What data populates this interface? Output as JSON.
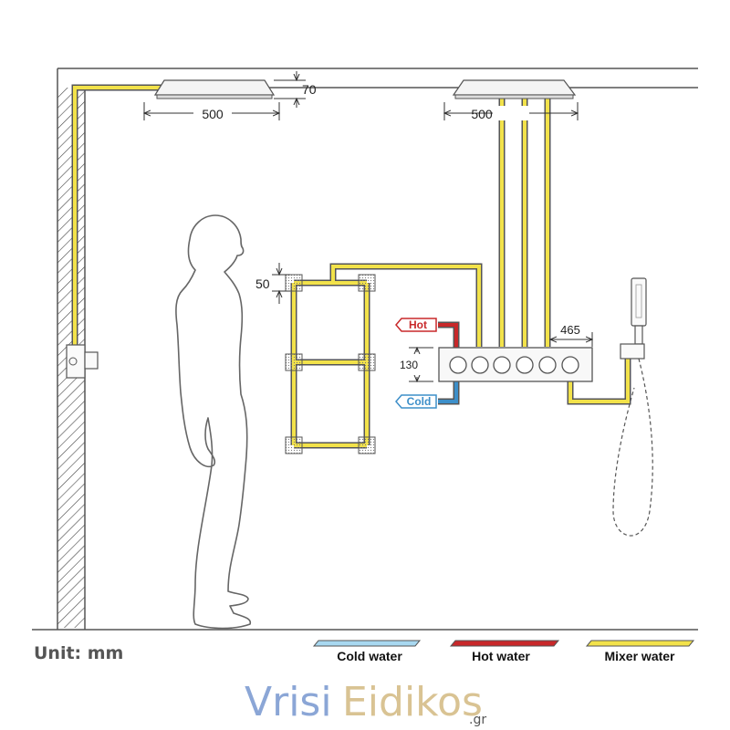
{
  "dimensions": {
    "ceiling_gap": "70",
    "shower_head_left_width": "500",
    "shower_head_right_width": "500",
    "body_jet_spacing": "50",
    "valve_height": "130",
    "valve_width": "465"
  },
  "supply_tags": {
    "hot": "Hot",
    "cold": "Cold"
  },
  "unit_label": "Unit: mm",
  "legend": [
    {
      "label": "Cold water",
      "color": "#a8d8f0"
    },
    {
      "label": "Hot water",
      "color": "#c8282a"
    },
    {
      "label": "Mixer water",
      "color": "#f2e24a"
    }
  ],
  "colors": {
    "cold": "#3d8fc9",
    "hot": "#c8282a",
    "mixer": "#f2e24a",
    "outline": "#555555"
  },
  "watermark": {
    "part1": "Vrisi",
    "part2": "Eidikos",
    "tld": ".gr",
    "color1": "#8ba6d6",
    "color2": "#d9c393"
  }
}
